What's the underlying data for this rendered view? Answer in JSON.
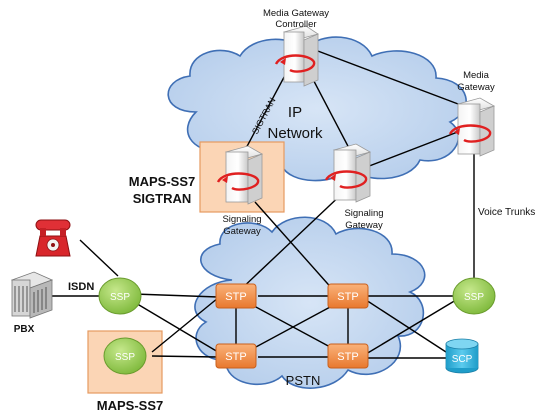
{
  "title": "",
  "clouds": {
    "ip_network": {
      "label_line1": "IP",
      "label_line2": "Network",
      "color": "#bcd3ee",
      "stroke": "#3f6fb5"
    },
    "pstn": {
      "label": "PSTN",
      "color": "#bcd3ee",
      "stroke": "#3f6fb5"
    }
  },
  "servers": {
    "media_gateway_controller": {
      "label_line1": "Media Gateway",
      "label_line2": "Controller"
    },
    "media_gateway": {
      "label_line1": "Media",
      "label_line2": "Gateway"
    },
    "signaling_gateway_left": {
      "label_line1": "Signaling",
      "label_line2": "Gateway"
    },
    "signaling_gateway_right": {
      "label_line1": "Signaling",
      "label_line2": "Gateway"
    }
  },
  "highlight_boxes": {
    "maps_sigtran": {
      "label_line1": "MAPS-SS7",
      "label_line2": "SIGTRAN",
      "color": "#fbd5b5",
      "stroke": "#e69a60"
    },
    "maps_ss7": {
      "label": "MAPS-SS7",
      "color": "#fbd5b5",
      "stroke": "#e69a60"
    }
  },
  "link_labels": {
    "sigtran": "SIGTRAN",
    "isdn": "ISDN",
    "voice_trunks": "Voice Trunks"
  },
  "nodes": {
    "ssp_left": "SSP",
    "ssp_bottom_left": "SSP",
    "ssp_right": "SSP",
    "stp_top_left": "STP",
    "stp_top_right": "STP",
    "stp_bottom_left": "STP",
    "stp_bottom_right": "STP",
    "scp": "SCP"
  },
  "devices": {
    "pbx": "PBX",
    "phone_icon": "red-telephone-icon"
  },
  "colors": {
    "ssp": "#92d050",
    "stp": "#f79646",
    "scp": "#31b6e0",
    "line": "#000000"
  }
}
